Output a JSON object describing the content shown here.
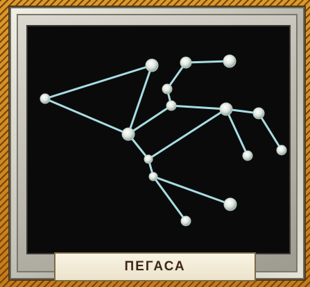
{
  "caption": "ПЕГАСА",
  "colors": {
    "sky": "#0b0a0a",
    "line": "#a7dde3",
    "star": "#e9efe8",
    "frame": "#e8e6dc",
    "background": "#c98a1e"
  },
  "stars": [
    {
      "id": "s1",
      "r": 7
    },
    {
      "id": "s2",
      "r": 9
    },
    {
      "id": "s3",
      "r": 8
    },
    {
      "id": "s4",
      "r": 9
    },
    {
      "id": "s5",
      "r": 7
    },
    {
      "id": "s6",
      "r": 7
    },
    {
      "id": "s7",
      "r": 9
    },
    {
      "id": "s8",
      "r": 9
    },
    {
      "id": "s9",
      "r": 8
    },
    {
      "id": "s10",
      "r": 7
    },
    {
      "id": "s11",
      "r": 7
    },
    {
      "id": "s12",
      "r": 6
    },
    {
      "id": "s13",
      "r": 6
    },
    {
      "id": "s14",
      "r": 9
    },
    {
      "id": "s15",
      "r": 7
    }
  ],
  "links": [
    [
      "s1",
      "s2"
    ],
    [
      "s1",
      "s7"
    ],
    [
      "s2",
      "s7"
    ],
    [
      "s7",
      "s6"
    ],
    [
      "s6",
      "s5"
    ],
    [
      "s5",
      "s3"
    ],
    [
      "s3",
      "s4"
    ],
    [
      "s6",
      "s8"
    ],
    [
      "s8",
      "s9"
    ],
    [
      "s8",
      "s10"
    ],
    [
      "s9",
      "s11"
    ],
    [
      "s7",
      "s12"
    ],
    [
      "s12",
      "s8"
    ],
    [
      "s12",
      "s13"
    ],
    [
      "s13",
      "s14"
    ],
    [
      "s13",
      "s15"
    ]
  ]
}
